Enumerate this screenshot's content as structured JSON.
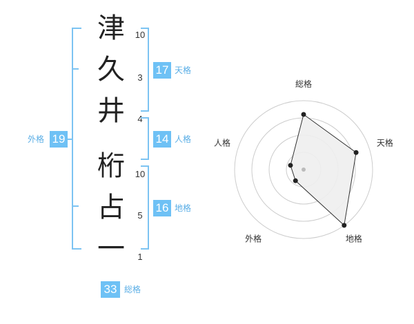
{
  "characters": [
    {
      "char": "津",
      "strokes": "10"
    },
    {
      "char": "久",
      "strokes": "3"
    },
    {
      "char": "井",
      "strokes": "4"
    },
    {
      "char": "桁",
      "strokes": "10"
    },
    {
      "char": "占",
      "strokes": "5"
    },
    {
      "char": "一",
      "strokes": "1"
    }
  ],
  "fortunes": {
    "tenkaku": {
      "value": "17",
      "label": "天格"
    },
    "jinkaku": {
      "value": "14",
      "label": "人格"
    },
    "chikaku": {
      "value": "16",
      "label": "地格"
    },
    "gaikaku": {
      "value": "19",
      "label": "外格"
    },
    "soukaku": {
      "value": "33",
      "label": "総格"
    }
  },
  "radar": {
    "labels": [
      "総格",
      "天格",
      "地格",
      "外格",
      "人格"
    ],
    "values": [
      0.8,
      0.8,
      1.0,
      0.2,
      0.2
    ],
    "rings": 4,
    "colors": {
      "ring": "#cccccc",
      "fill": "#eeeeee",
      "line": "#333333",
      "point": "#222222",
      "center": "#bbbbbb"
    }
  }
}
